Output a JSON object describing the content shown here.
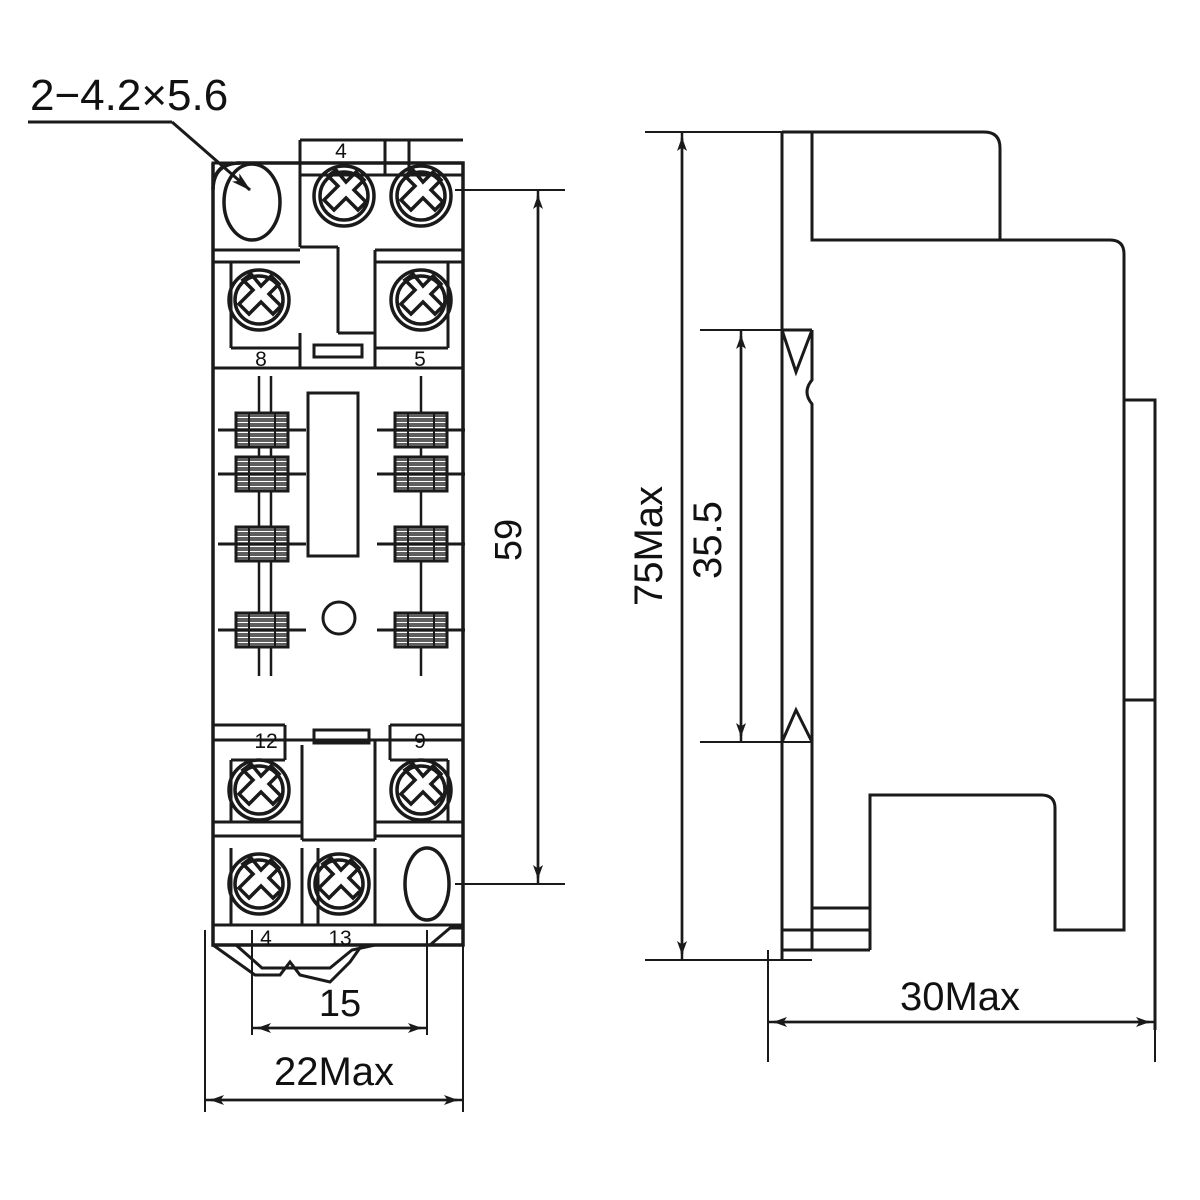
{
  "drawing": {
    "type": "mechanical-dimensional-drawing",
    "subject": "relay socket",
    "background_color": "#ffffff",
    "line_color": "#1a1a1a",
    "views": [
      {
        "id": "front-view",
        "position": "left"
      },
      {
        "id": "side-view",
        "position": "right"
      }
    ]
  },
  "annotations": {
    "hole_callout": "2−4.2×5.6"
  },
  "front_view": {
    "terminal_numbers": {
      "top_left": "4",
      "mid_left": "8",
      "mid_right": "5",
      "lower_left": "12",
      "lower_right": "9",
      "bottom_left": "4",
      "bottom_right": "13"
    },
    "dimensions": {
      "height": "59",
      "inner_width": "15",
      "overall_width": "22Max"
    }
  },
  "side_view": {
    "dimensions": {
      "overall_height": "75Max",
      "partial_height": "35.5",
      "depth": "30Max"
    }
  },
  "chart_data": {
    "type": "table",
    "title": "Relay socket outline dimensions (mm)",
    "categories": [
      "Height",
      "Inner width",
      "Overall width",
      "Overall height (side)",
      "Partial height (side)",
      "Depth"
    ],
    "values": [
      59,
      15,
      22,
      75,
      35.5,
      30
    ],
    "labels": [
      "59",
      "15",
      "22Max",
      "75Max",
      "35.5",
      "30Max"
    ]
  }
}
